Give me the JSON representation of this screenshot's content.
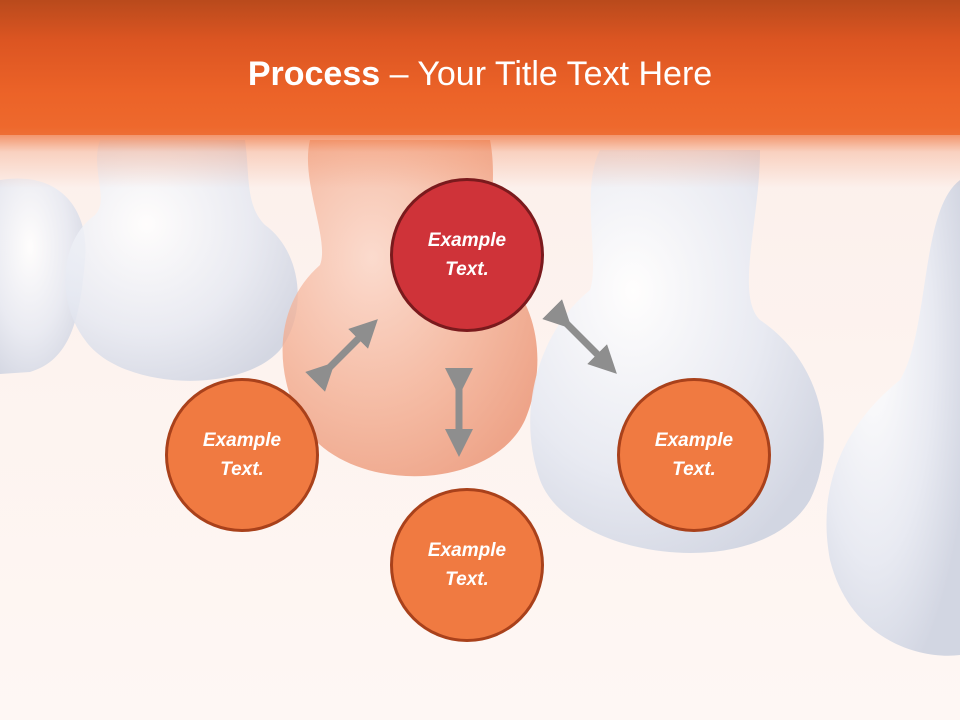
{
  "slide": {
    "title_bold": "Process",
    "title_rest": " – Your Title Text Here"
  },
  "nodes": {
    "top": "Example\nText.",
    "left": "Example\nText.",
    "bottom": "Example\nText.",
    "right": "Example\nText."
  },
  "colors": {
    "header": "#ec6328",
    "node_top": "#cf3339",
    "node_other": "#f07a41",
    "arrow": "#8e8e8e"
  }
}
